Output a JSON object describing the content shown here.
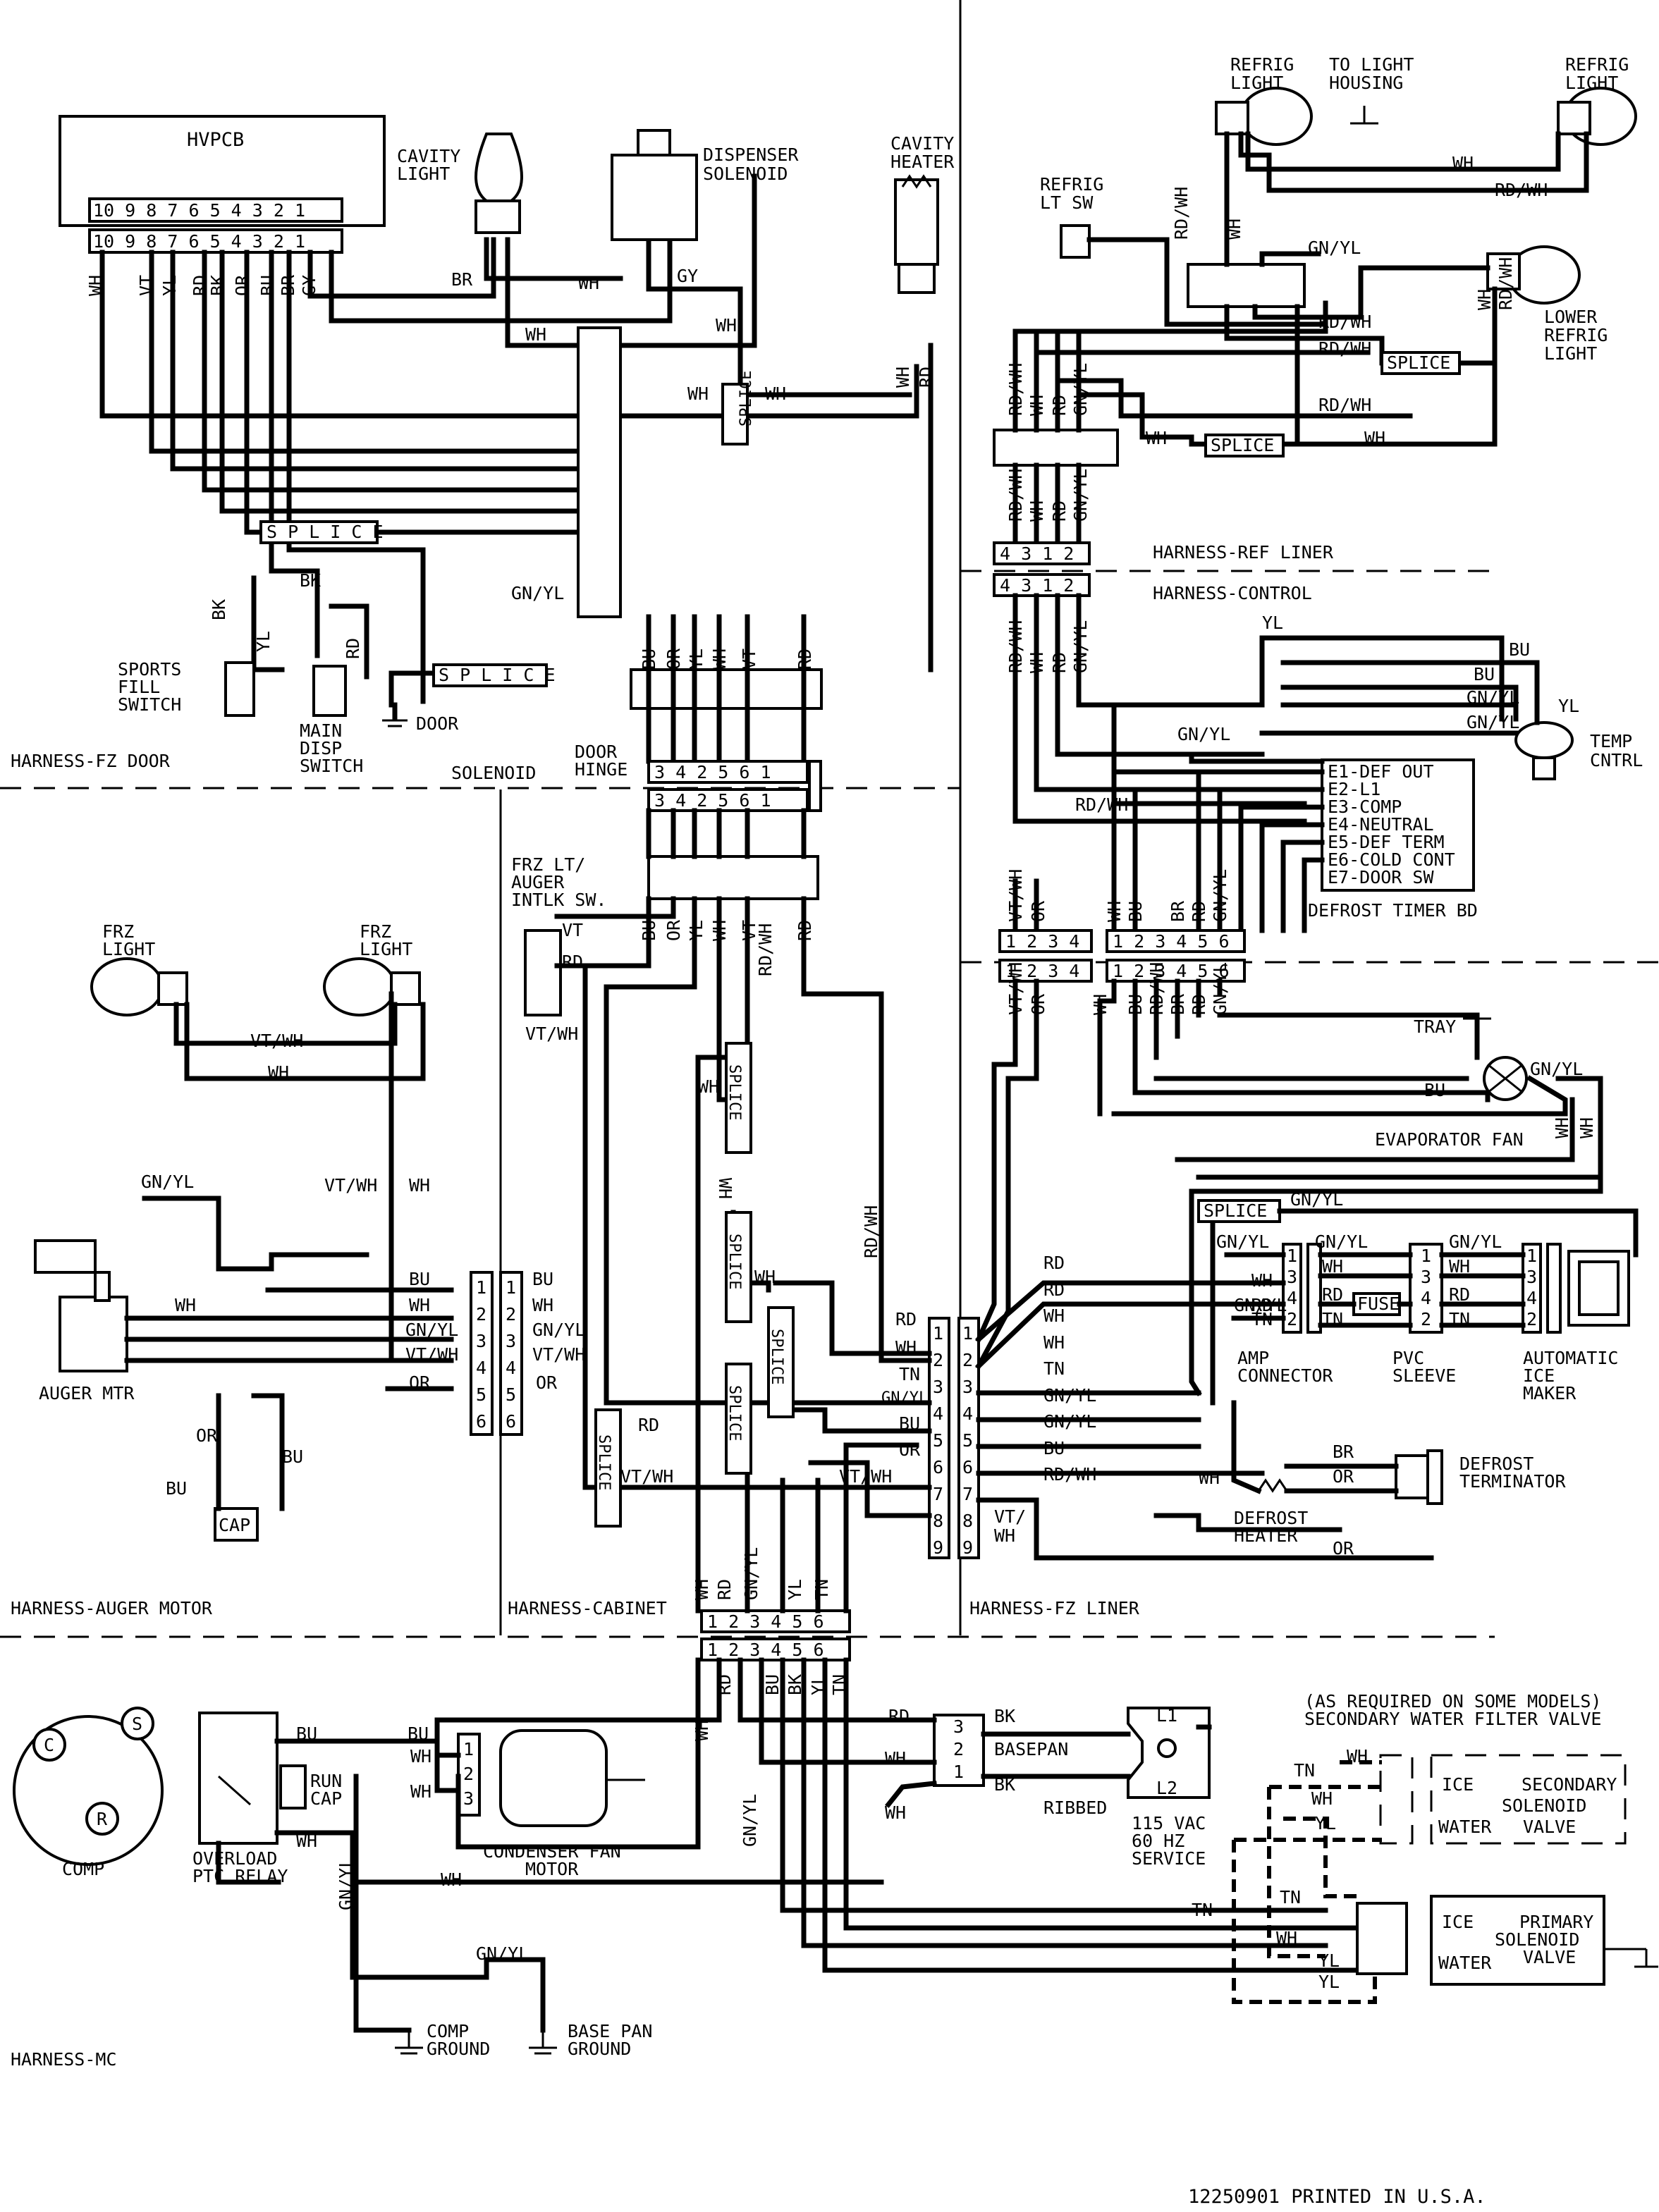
{
  "components": {
    "hvpcb": "HVPCB",
    "cavity_light": [
      "CAVITY",
      "LIGHT"
    ],
    "dispenser_solenoid": [
      "DISPENSER",
      "SOLENOID"
    ],
    "cavity_heater": [
      "CAVITY",
      "HEATER"
    ],
    "refrig_light_1": [
      "REFRIG",
      "LIGHT"
    ],
    "to_light_housing": [
      "TO LIGHT",
      "HOUSING"
    ],
    "refrig_light_2": [
      "REFRIG",
      "LIGHT"
    ],
    "refrig_lt_sw": [
      "REFRIG",
      "LT SW"
    ],
    "lower_refrig_light": [
      "LOWER",
      "REFRIG",
      "LIGHT"
    ],
    "sports_fill_switch": [
      "SPORTS",
      "FILL",
      "SWITCH"
    ],
    "main_disp_switch": [
      "MAIN",
      "DISP",
      "SWITCH"
    ],
    "door": "DOOR",
    "solenoid": "SOLENOID",
    "door_hinge": [
      "DOOR",
      "HINGE"
    ],
    "temp_cntrl": [
      "TEMP",
      "CNTRL"
    ],
    "defrost_timer_bd": "DEFROST TIMER BD",
    "frz_lt_auger": [
      "FRZ LT/",
      "AUGER",
      "INTLK SW."
    ],
    "frz_light_1": [
      "FRZ",
      "LIGHT"
    ],
    "frz_light_2": [
      "FRZ",
      "LIGHT"
    ],
    "tray": "TRAY",
    "evaporator_fan": "EVAPORATOR FAN",
    "auger_mtr": "AUGER MTR",
    "cap": "CAP",
    "amp_connector": [
      "AMP",
      "CONNECTOR"
    ],
    "pvc_sleeve": [
      "PVC",
      "SLEEVE"
    ],
    "automatic_ice_maker": [
      "AUTOMATIC",
      "ICE",
      "MAKER"
    ],
    "fuse": "FUSE",
    "defrost_terminator": [
      "DEFROST",
      "TERMINATOR"
    ],
    "defrost_heater": [
      "DEFROST",
      "HEATER"
    ],
    "comp": "COMP",
    "overload_ptc": [
      "OVERLOAD",
      "PTC RELAY"
    ],
    "run_cap": [
      "RUN",
      "CAP"
    ],
    "condenser_fan": [
      "CONDENSER FAN",
      "MOTOR"
    ],
    "basepan": "BASEPAN",
    "ribbed": "RIBBED",
    "service": [
      "115 VAC",
      "60 HZ",
      "SERVICE"
    ],
    "secondary_note": [
      "(AS REQUIRED ON SOME MODELS)",
      "SECONDARY WATER FILTER VALVE"
    ],
    "secondary_valve": [
      "ICE",
      "SECONDARY",
      "SOLENOID",
      "WATER",
      "VALVE"
    ],
    "primary_valve": [
      "ICE",
      "PRIMARY",
      "SOLENOID",
      "WATER",
      "VALVE"
    ],
    "comp_ground": [
      "COMP",
      "GROUND"
    ],
    "base_pan_ground": [
      "BASE PAN",
      "GROUND"
    ]
  },
  "timer_terminals": [
    "E1-DEF OUT",
    "E2-L1",
    "E3-COMP",
    "E4-NEUTRAL",
    "E5-DEF TERM",
    "E6-COLD CONT",
    "E7-DOOR SW"
  ],
  "harness": {
    "fz_door": "HARNESS-FZ DOOR",
    "ref_liner": "HARNESS-REF LINER",
    "control": "HARNESS-CONTROL",
    "auger_motor": "HARNESS-AUGER MOTOR",
    "cabinet": "HARNESS-CABINET",
    "fz_liner": "HARNESS-FZ LINER",
    "mc": "HARNESS-MC"
  },
  "common": {
    "splice": "SPLICE",
    "splice_spaced": "S P L I C E"
  },
  "footer": "12250901 PRINTED IN U.S.A."
}
